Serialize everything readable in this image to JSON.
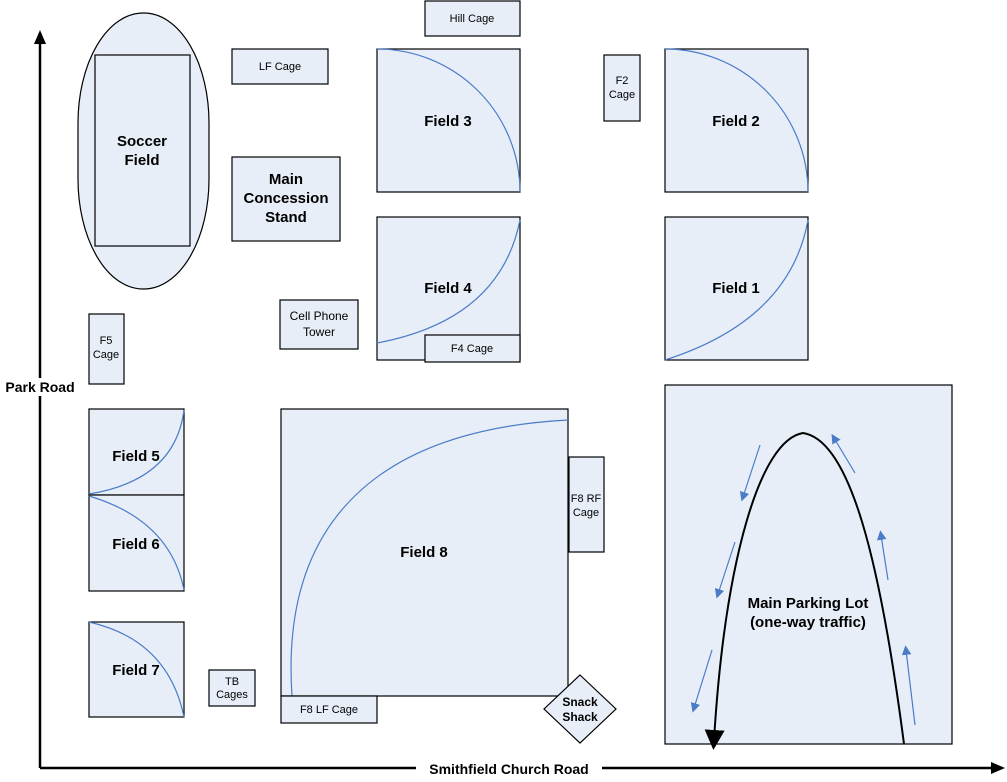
{
  "roads": {
    "park_road": "Park Road",
    "smithfield": "Smithfield Church Road"
  },
  "soccer": {
    "line1": "Soccer",
    "line2": "Field"
  },
  "lf_cage": "LF Cage",
  "hill_cage": "Hill Cage",
  "f2_cage": {
    "line1": "F2",
    "line2": "Cage"
  },
  "concession": {
    "line1": "Main",
    "line2": "Concession",
    "line3": "Stand"
  },
  "cell_tower": {
    "line1": "Cell Phone",
    "line2": "Tower"
  },
  "f5_cage": {
    "line1": "F5",
    "line2": "Cage"
  },
  "f4_cage": "F4 Cage",
  "f8_rf_cage": {
    "line1": "F8 RF",
    "line2": "Cage"
  },
  "f8_lf_cage": "F8 LF Cage",
  "tb_cages": {
    "line1": "TB",
    "line2": "Cages"
  },
  "snack_shack": {
    "line1": "Snack",
    "line2": "Shack"
  },
  "fields": {
    "field1": "Field 1",
    "field2": "Field 2",
    "field3": "Field 3",
    "field4": "Field 4",
    "field5": "Field 5",
    "field6": "Field 6",
    "field7": "Field 7",
    "field8": "Field 8"
  },
  "parking": {
    "line1": "Main Parking Lot",
    "line2": "(one-way traffic)"
  },
  "colors": {
    "fill": "#e8eef8",
    "arc": "#4a7cc8",
    "outline": "#000000"
  }
}
